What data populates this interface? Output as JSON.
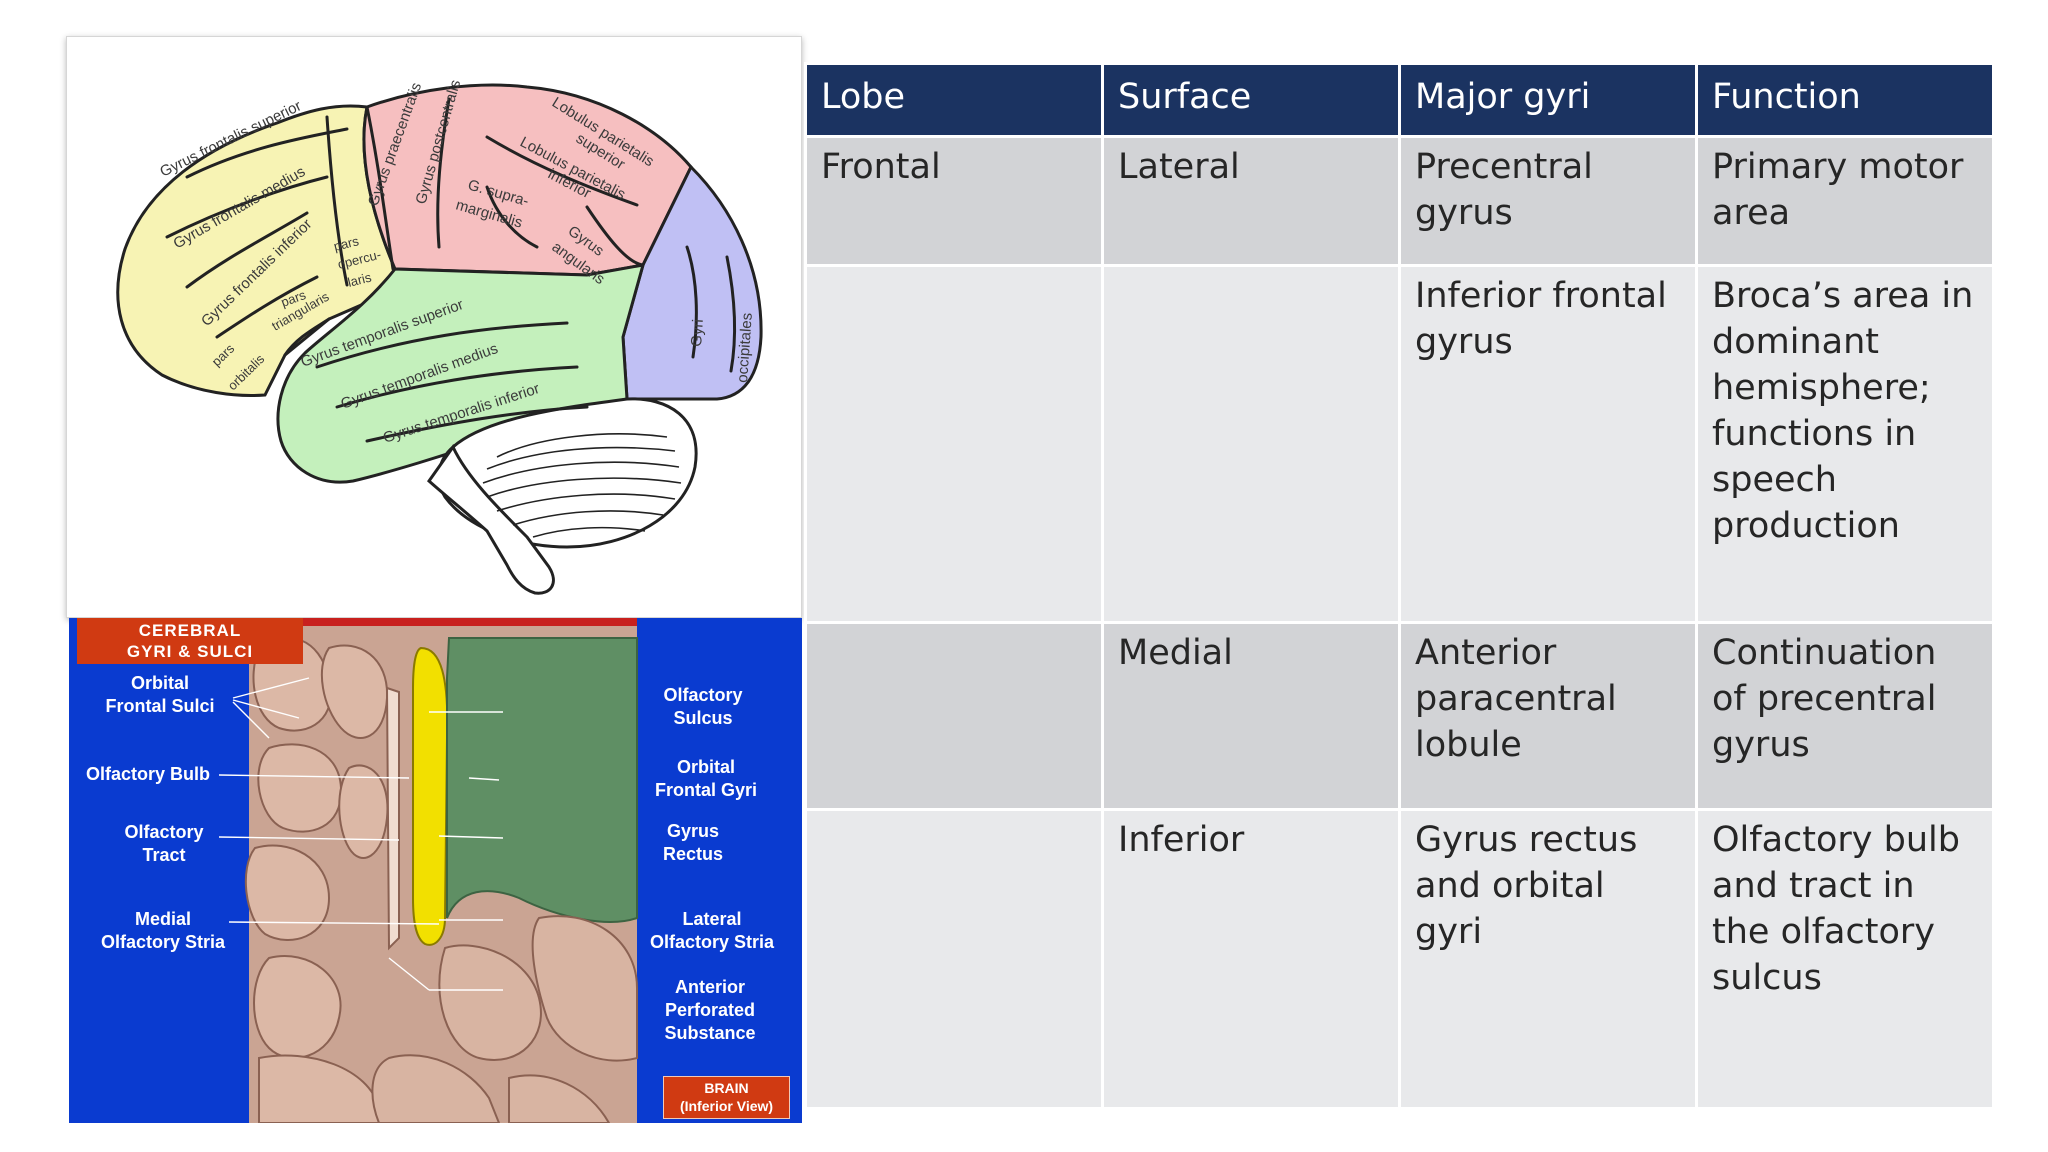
{
  "diagram": {
    "labels": {
      "frontalis_superior": "Gyrus frontalis superior",
      "frontalis_medius": "Gyrus frontalis medius",
      "frontalis_inferior": "Gyrus frontalis inferior",
      "praecentralis": "Gyrus praecentralis",
      "postcentralis": "Gyrus postcentralis",
      "parietalis_superior_1": "Lobulus parietalis",
      "parietalis_superior_2": "superior",
      "parietalis_inferior_1": "Lobulus parietalis",
      "parietalis_inferior_2": "inferior",
      "supramarginalis_1": "G. supra-",
      "supramarginalis_2": "marginalis",
      "angularis_1": "Gyrus",
      "angularis_2": "angularis",
      "opercularis_1": "pars",
      "opercularis_2": "opercu-",
      "opercularis_3": "laris",
      "triangularis_1": "pars",
      "triangularis_2": "triangularis",
      "orbitalis_1": "pars",
      "orbitalis_2": "orbitalis",
      "temporalis_superior": "Gyrus temporalis superior",
      "temporalis_medius": "Gyrus temporalis medius",
      "temporalis_inferior": "Gyrus temporalis inferior",
      "gyri": "Gyri",
      "occipitales": "occipitales"
    },
    "colors": {
      "frontal": "#f7f3b4",
      "parietal": "#f6bfc0",
      "temporal": "#c4f0bc",
      "occipital": "#c0c0f4"
    }
  },
  "photo": {
    "title": "CEREBRAL\nGYRI & SULCI",
    "left_labels": [
      "Orbital\nFrontal Sulci",
      "Olfactory Bulb",
      "Olfactory\nTract",
      "Medial\nOlfactory Stria"
    ],
    "right_labels": [
      "Olfactory\nSulcus",
      "Orbital\nFrontal Gyri",
      "Gyrus\nRectus",
      "Lateral\nOlfactory Stria",
      "Anterior\nPerforated\nSubstance"
    ],
    "corner": "BRAIN\n(Inferior View)",
    "colors": {
      "background": "#0a3bd0",
      "badge": "#d03a12",
      "highlight_rectus": "#f2e000",
      "highlight_gyri": "#5f8f64"
    }
  },
  "table": {
    "headers": [
      "Lobe",
      "Surface",
      "Major gyri",
      "Function"
    ],
    "rows": [
      [
        "Frontal",
        "Lateral",
        "Precentral gyrus",
        "Primary motor area"
      ],
      [
        "",
        "",
        "Inferior frontal gyrus",
        "Broca’s area in dominant hemisphere; functions in speech production"
      ],
      [
        "",
        "Medial",
        "Anterior paracentral lobule",
        "Continuation of precentral gyrus"
      ],
      [
        "",
        "Inferior",
        "Gyrus rectus and orbital gyri",
        "Olfactory bulb and tract in the olfactory sulcus"
      ]
    ],
    "colors": {
      "header": "#1b3361",
      "row_dark": "#d2d3d6",
      "row_light": "#e8e9eb"
    }
  }
}
